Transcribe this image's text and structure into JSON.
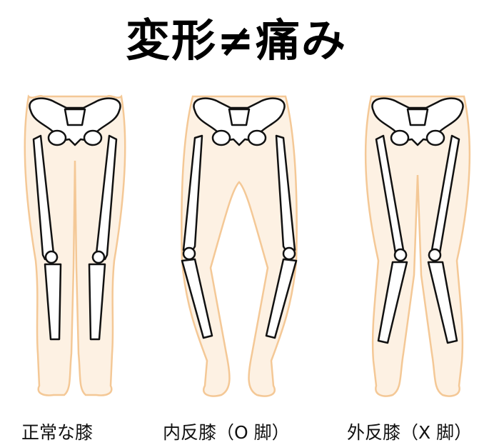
{
  "title": "変形≠痛み",
  "figures": [
    {
      "label": "正常な膝",
      "type": "normal"
    },
    {
      "label": "内反膝（O 脚）",
      "type": "varus"
    },
    {
      "label": "外反膝（X 脚）",
      "type": "valgus"
    }
  ],
  "colors": {
    "skin_fill": "#fdf1e3",
    "skin_stroke": "#f4c896",
    "bone_stroke": "#111111"
  }
}
